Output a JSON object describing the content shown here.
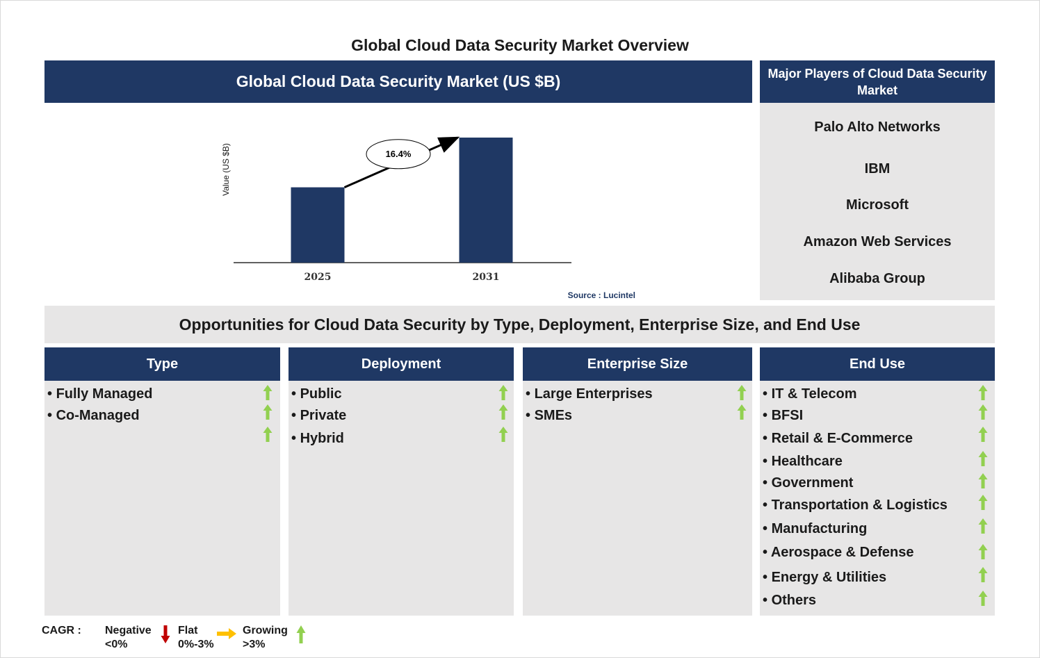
{
  "title": "Global Cloud Data Security Market Overview",
  "chart_panel": {
    "header": "Global Cloud Data Security Market (US $B)",
    "source": "Source : Lucintel"
  },
  "chart_data": {
    "type": "bar",
    "categories": [
      "2025",
      "2031"
    ],
    "values": [
      1.0,
      1.66
    ],
    "ylabel": "Value (US $B)",
    "annotation": "16.4%",
    "bar_color": "#1f3864"
  },
  "players": {
    "header": "Major Players of Cloud Data Security Market",
    "items": [
      "Palo Alto Networks",
      "IBM",
      "Microsoft",
      "Amazon Web Services",
      "Alibaba Group"
    ]
  },
  "opportunities": {
    "title": "Opportunities for Cloud Data Security by Type, Deployment, Enterprise Size, and End Use",
    "columns": [
      {
        "header": "Type",
        "items": [
          "Fully Managed",
          "Co-Managed"
        ],
        "extra_arrows": 1
      },
      {
        "header": "Deployment",
        "items": [
          "Public",
          "Private",
          "Hybrid"
        ]
      },
      {
        "header": "Enterprise Size",
        "items": [
          "Large Enterprises",
          "SMEs"
        ]
      },
      {
        "header": "End Use",
        "items": [
          "IT & Telecom",
          "BFSI",
          "Retail & E-Commerce",
          "Healthcare",
          "Government",
          "Transportation & Logistics",
          "Manufacturing",
          "Aerospace & Defense",
          "Energy & Utilities",
          "Others"
        ]
      }
    ]
  },
  "legend": {
    "label": "CAGR :",
    "negative": {
      "name": "Negative",
      "range": "<0%",
      "color": "#c00000"
    },
    "flat": {
      "name": "Flat",
      "range": "0%-3%",
      "color": "#ffc000"
    },
    "growing": {
      "name": "Growing",
      "range": ">3%",
      "color": "#92d050"
    }
  },
  "colors": {
    "navy": "#1f3864",
    "panel_gray": "#e7e6e6",
    "arrow_green": "#92d050"
  }
}
